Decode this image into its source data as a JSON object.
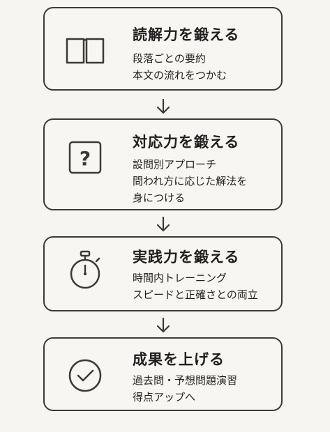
{
  "steps": [
    {
      "title": "読解力を鍛える",
      "icon": "book-icon",
      "lines": [
        "段落ごとの要約",
        "本文の流れをつかむ"
      ]
    },
    {
      "title": "対応力を鍛える",
      "icon": "question-icon",
      "lines": [
        "設問別アプローチ",
        "問われ方に応じた解法を",
        "身につける"
      ]
    },
    {
      "title": "実践力を鍛える",
      "icon": "stopwatch-icon",
      "lines": [
        "時間内トレーニング",
        "スピードと正確さとの両立"
      ]
    },
    {
      "title": "成果を上げる",
      "icon": "checkmark-circle-icon",
      "lines": [
        "過去問・予想問題演習",
        "得点アップへ"
      ]
    }
  ],
  "colors": {
    "background": "#f7f5f1",
    "border": "#3a3a3a",
    "text": "#1f1f1f"
  }
}
